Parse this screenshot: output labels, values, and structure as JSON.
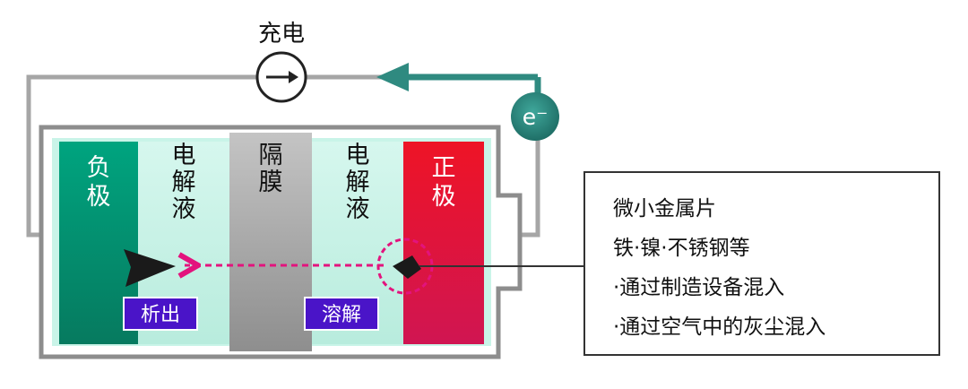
{
  "diagram": {
    "title": "充电",
    "electron_label": "e⁻",
    "sections": {
      "negative_electrode": [
        "负",
        "极"
      ],
      "electrolyte_left": [
        "电",
        "解",
        "液"
      ],
      "separator": [
        "隔",
        "膜"
      ],
      "electrolyte_right": [
        "电",
        "解",
        "液"
      ],
      "positive_electrode": [
        "正",
        "极"
      ]
    },
    "tags": {
      "precipitate": "析出",
      "dissolve": "溶解"
    },
    "callout": {
      "lines": [
        "微小金属片",
        "铁·镍·不锈钢等",
        "·通过制造设备混入",
        "·通过空气中的灰尘混入"
      ]
    }
  },
  "colors": {
    "wire": "#a6a6a6",
    "arrow": "#2f8a80",
    "electron_circle": "#2f8a80",
    "negative_electrode": "#00a07e",
    "electrolyte": "#c9f4e8",
    "separator": "#a9a9a9",
    "positive_electrode": "#e8102c",
    "migration": "#e3137d",
    "tag_bg": "#4a14c8"
  }
}
